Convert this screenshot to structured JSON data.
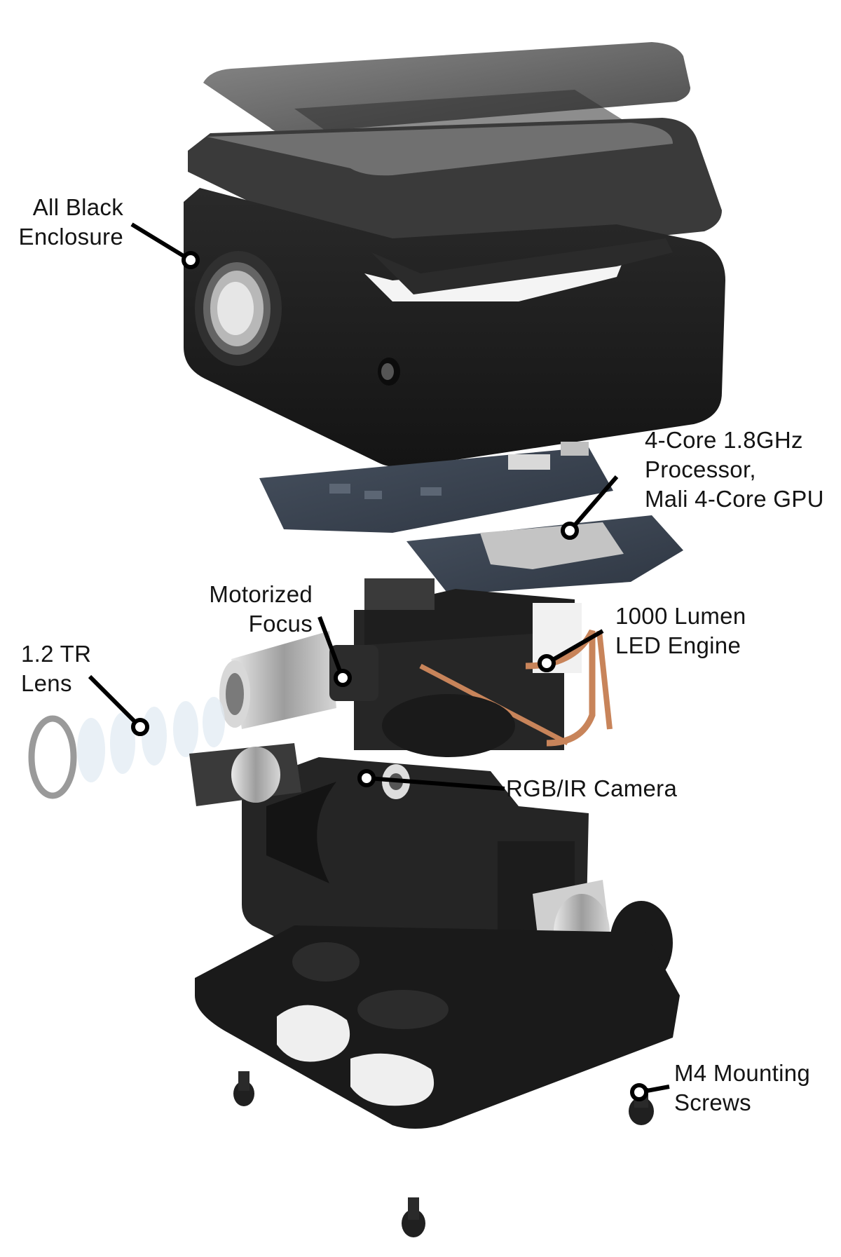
{
  "callouts": [
    {
      "id": "enclosure",
      "lines": [
        "All Black",
        "Enclosure"
      ]
    },
    {
      "id": "processor",
      "lines": [
        "4-Core 1.8GHz",
        "Processor,",
        "Mali 4-Core GPU"
      ]
    },
    {
      "id": "focus",
      "lines": [
        "Motorized",
        "Focus"
      ]
    },
    {
      "id": "lumen",
      "lines": [
        "1000 Lumen",
        "LED Engine"
      ]
    },
    {
      "id": "lens",
      "lines": [
        "1.2 TR",
        "Lens"
      ]
    },
    {
      "id": "camera",
      "lines": [
        "RGB/IR Camera"
      ]
    },
    {
      "id": "screws",
      "lines": [
        "M4 Mounting",
        "Screws"
      ]
    }
  ],
  "colors": {
    "label_text": "#141414",
    "leader_line": "#000000",
    "enclosure": "#1c1c1c",
    "top_glass": "#6f6f6f",
    "circuit_board": "#3b4452",
    "heat_pipe": "#c8845a",
    "lens_metal": "#b9b9b9"
  }
}
